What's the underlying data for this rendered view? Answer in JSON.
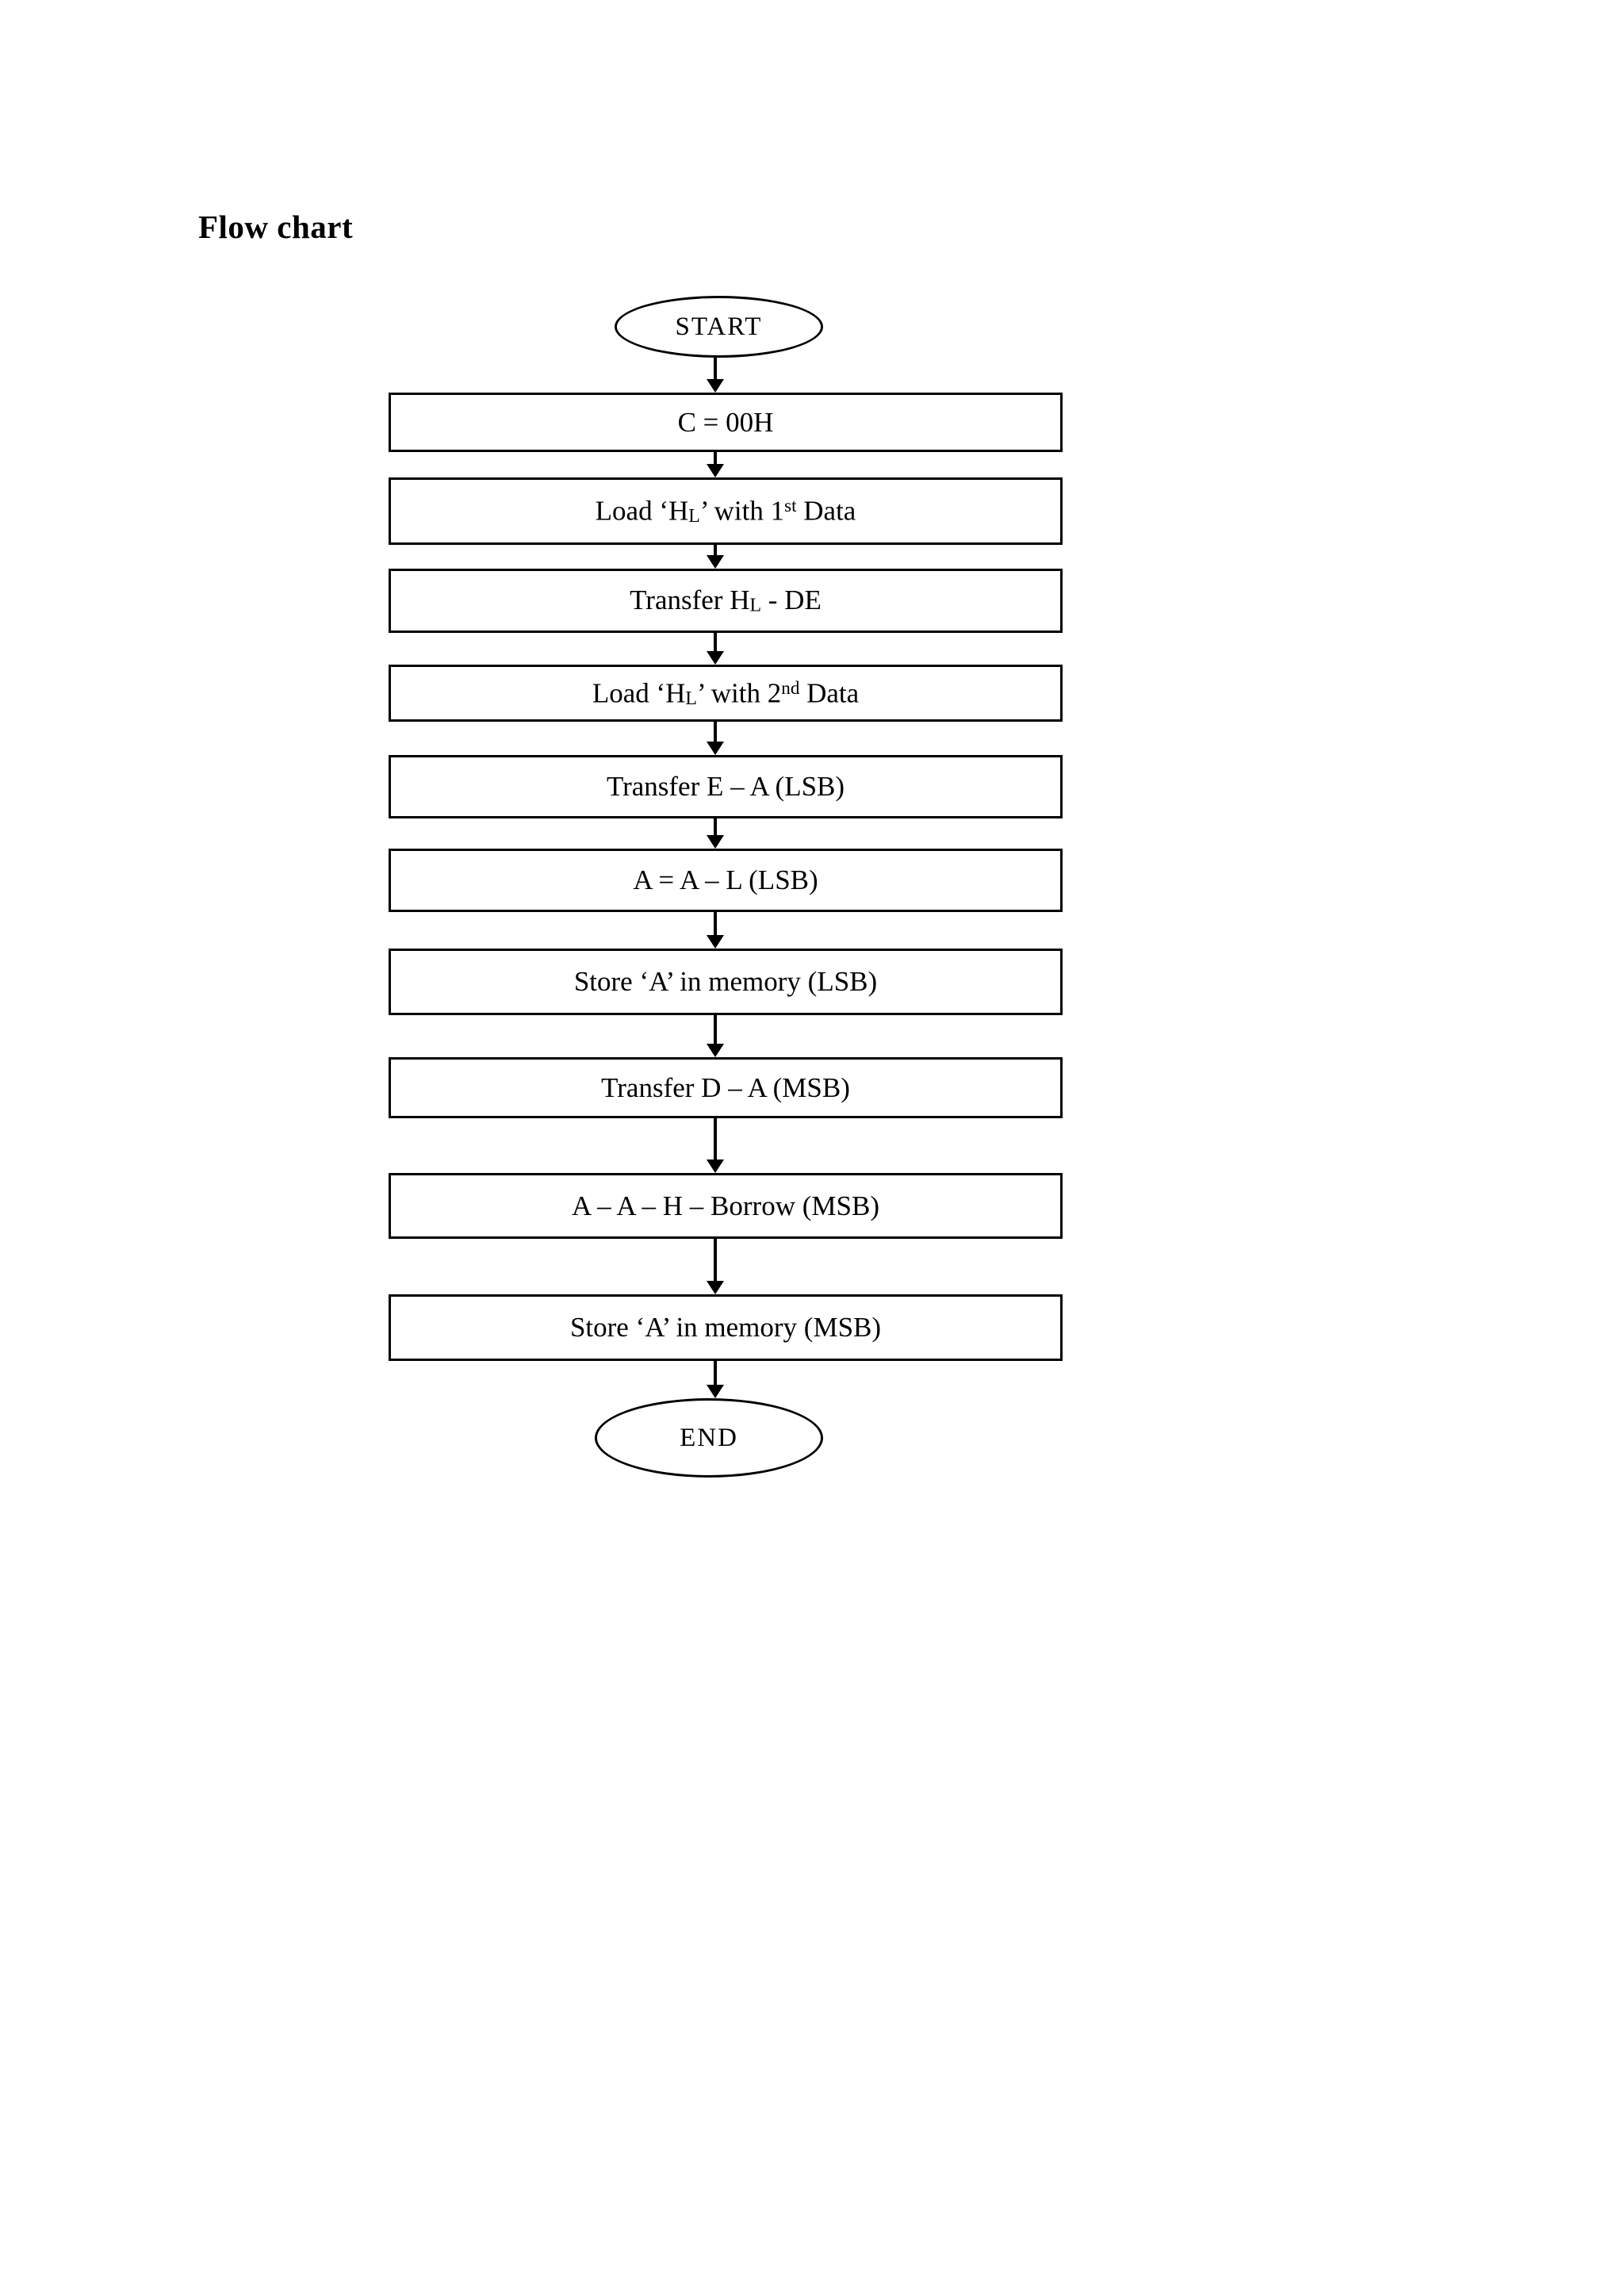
{
  "page": {
    "title": "Flow chart",
    "background_color": "#ffffff",
    "ink_color": "#000000"
  },
  "flowchart": {
    "nodes": {
      "start": {
        "type": "terminator",
        "label": "START"
      },
      "init_c": {
        "type": "process",
        "text": "C = 00H"
      },
      "load_hl_1st": {
        "type": "process",
        "pre": "Load ‘H",
        "sub": "L",
        "mid": "’ with 1",
        "sup": "st",
        "post": " Data"
      },
      "transfer_hl_de": {
        "type": "process",
        "pre": "Transfer H",
        "sub": "L",
        "post": " - DE"
      },
      "load_hl_2nd": {
        "type": "process",
        "pre": "Load ‘H",
        "sub": "L",
        "mid": "’ with 2",
        "sup": "nd",
        "post": " Data"
      },
      "transfer_e_a": {
        "type": "process",
        "text": "Transfer E – A (LSB)"
      },
      "subtract_lsb": {
        "type": "process",
        "text": "A = A – L (LSB)"
      },
      "store_lsb": {
        "type": "process",
        "text": "Store ‘A’ in memory (LSB)"
      },
      "transfer_d_a": {
        "type": "process",
        "text": "Transfer D – A (MSB)"
      },
      "subtract_msb": {
        "type": "process",
        "text": "A – A – H – Borrow (MSB)"
      },
      "store_msb": {
        "type": "process",
        "text": "Store ‘A’ in memory (MSB)"
      },
      "end": {
        "type": "terminator",
        "label": "END"
      }
    }
  }
}
